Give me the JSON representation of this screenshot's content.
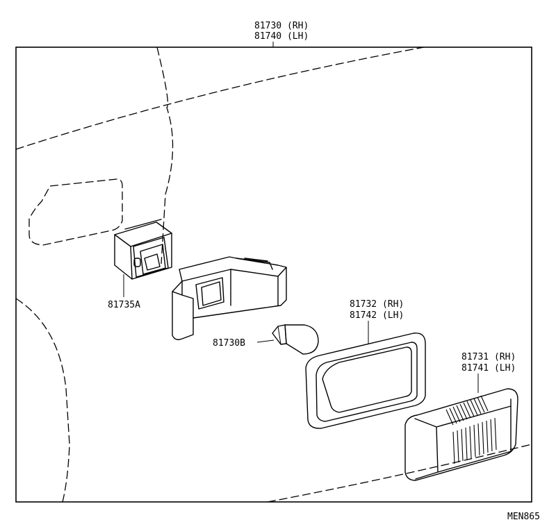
{
  "title_labels": [
    "81730 (RH)",
    "81740 (LH)"
  ],
  "parts": [
    {
      "name": "socket",
      "labels": [
        "81735A"
      ]
    },
    {
      "name": "bulb",
      "labels": [
        "81730B"
      ]
    },
    {
      "name": "gasket",
      "labels": [
        "81732 (RH)",
        "81742 (LH)"
      ]
    },
    {
      "name": "lens",
      "labels": [
        "81731 (RH)",
        "81741 (LH)"
      ]
    }
  ],
  "diagram_code": "MEN865"
}
